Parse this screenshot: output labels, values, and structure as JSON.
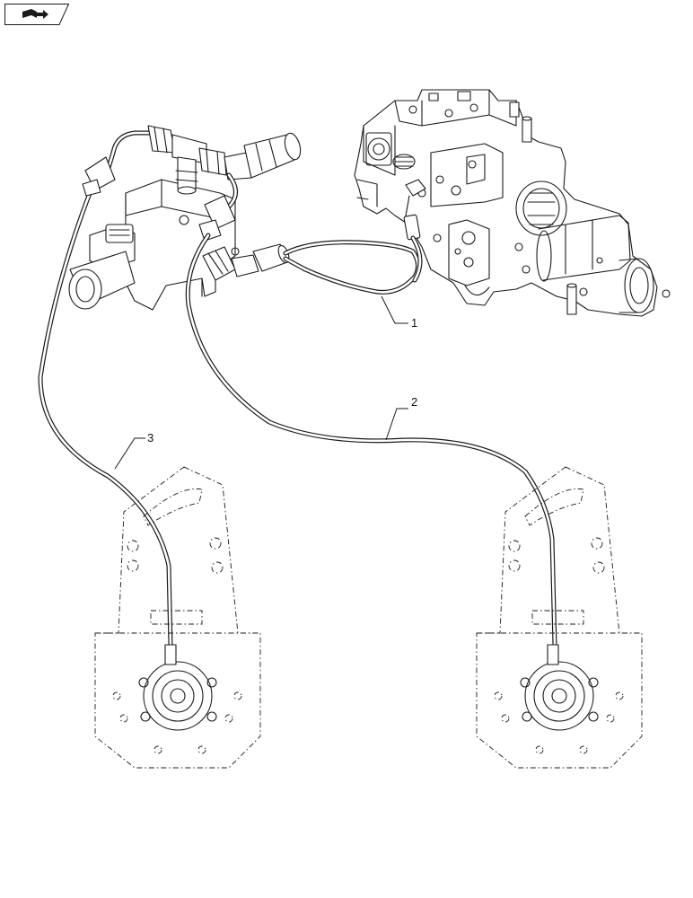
{
  "toolbar": {
    "nav_icon": "book-arrow-icon"
  },
  "callouts": [
    {
      "id": "1",
      "label": "1"
    },
    {
      "id": "2",
      "label": "2"
    },
    {
      "id": "3",
      "label": "3"
    }
  ],
  "colors": {
    "line": "#1a1a1a",
    "background": "#ffffff"
  }
}
